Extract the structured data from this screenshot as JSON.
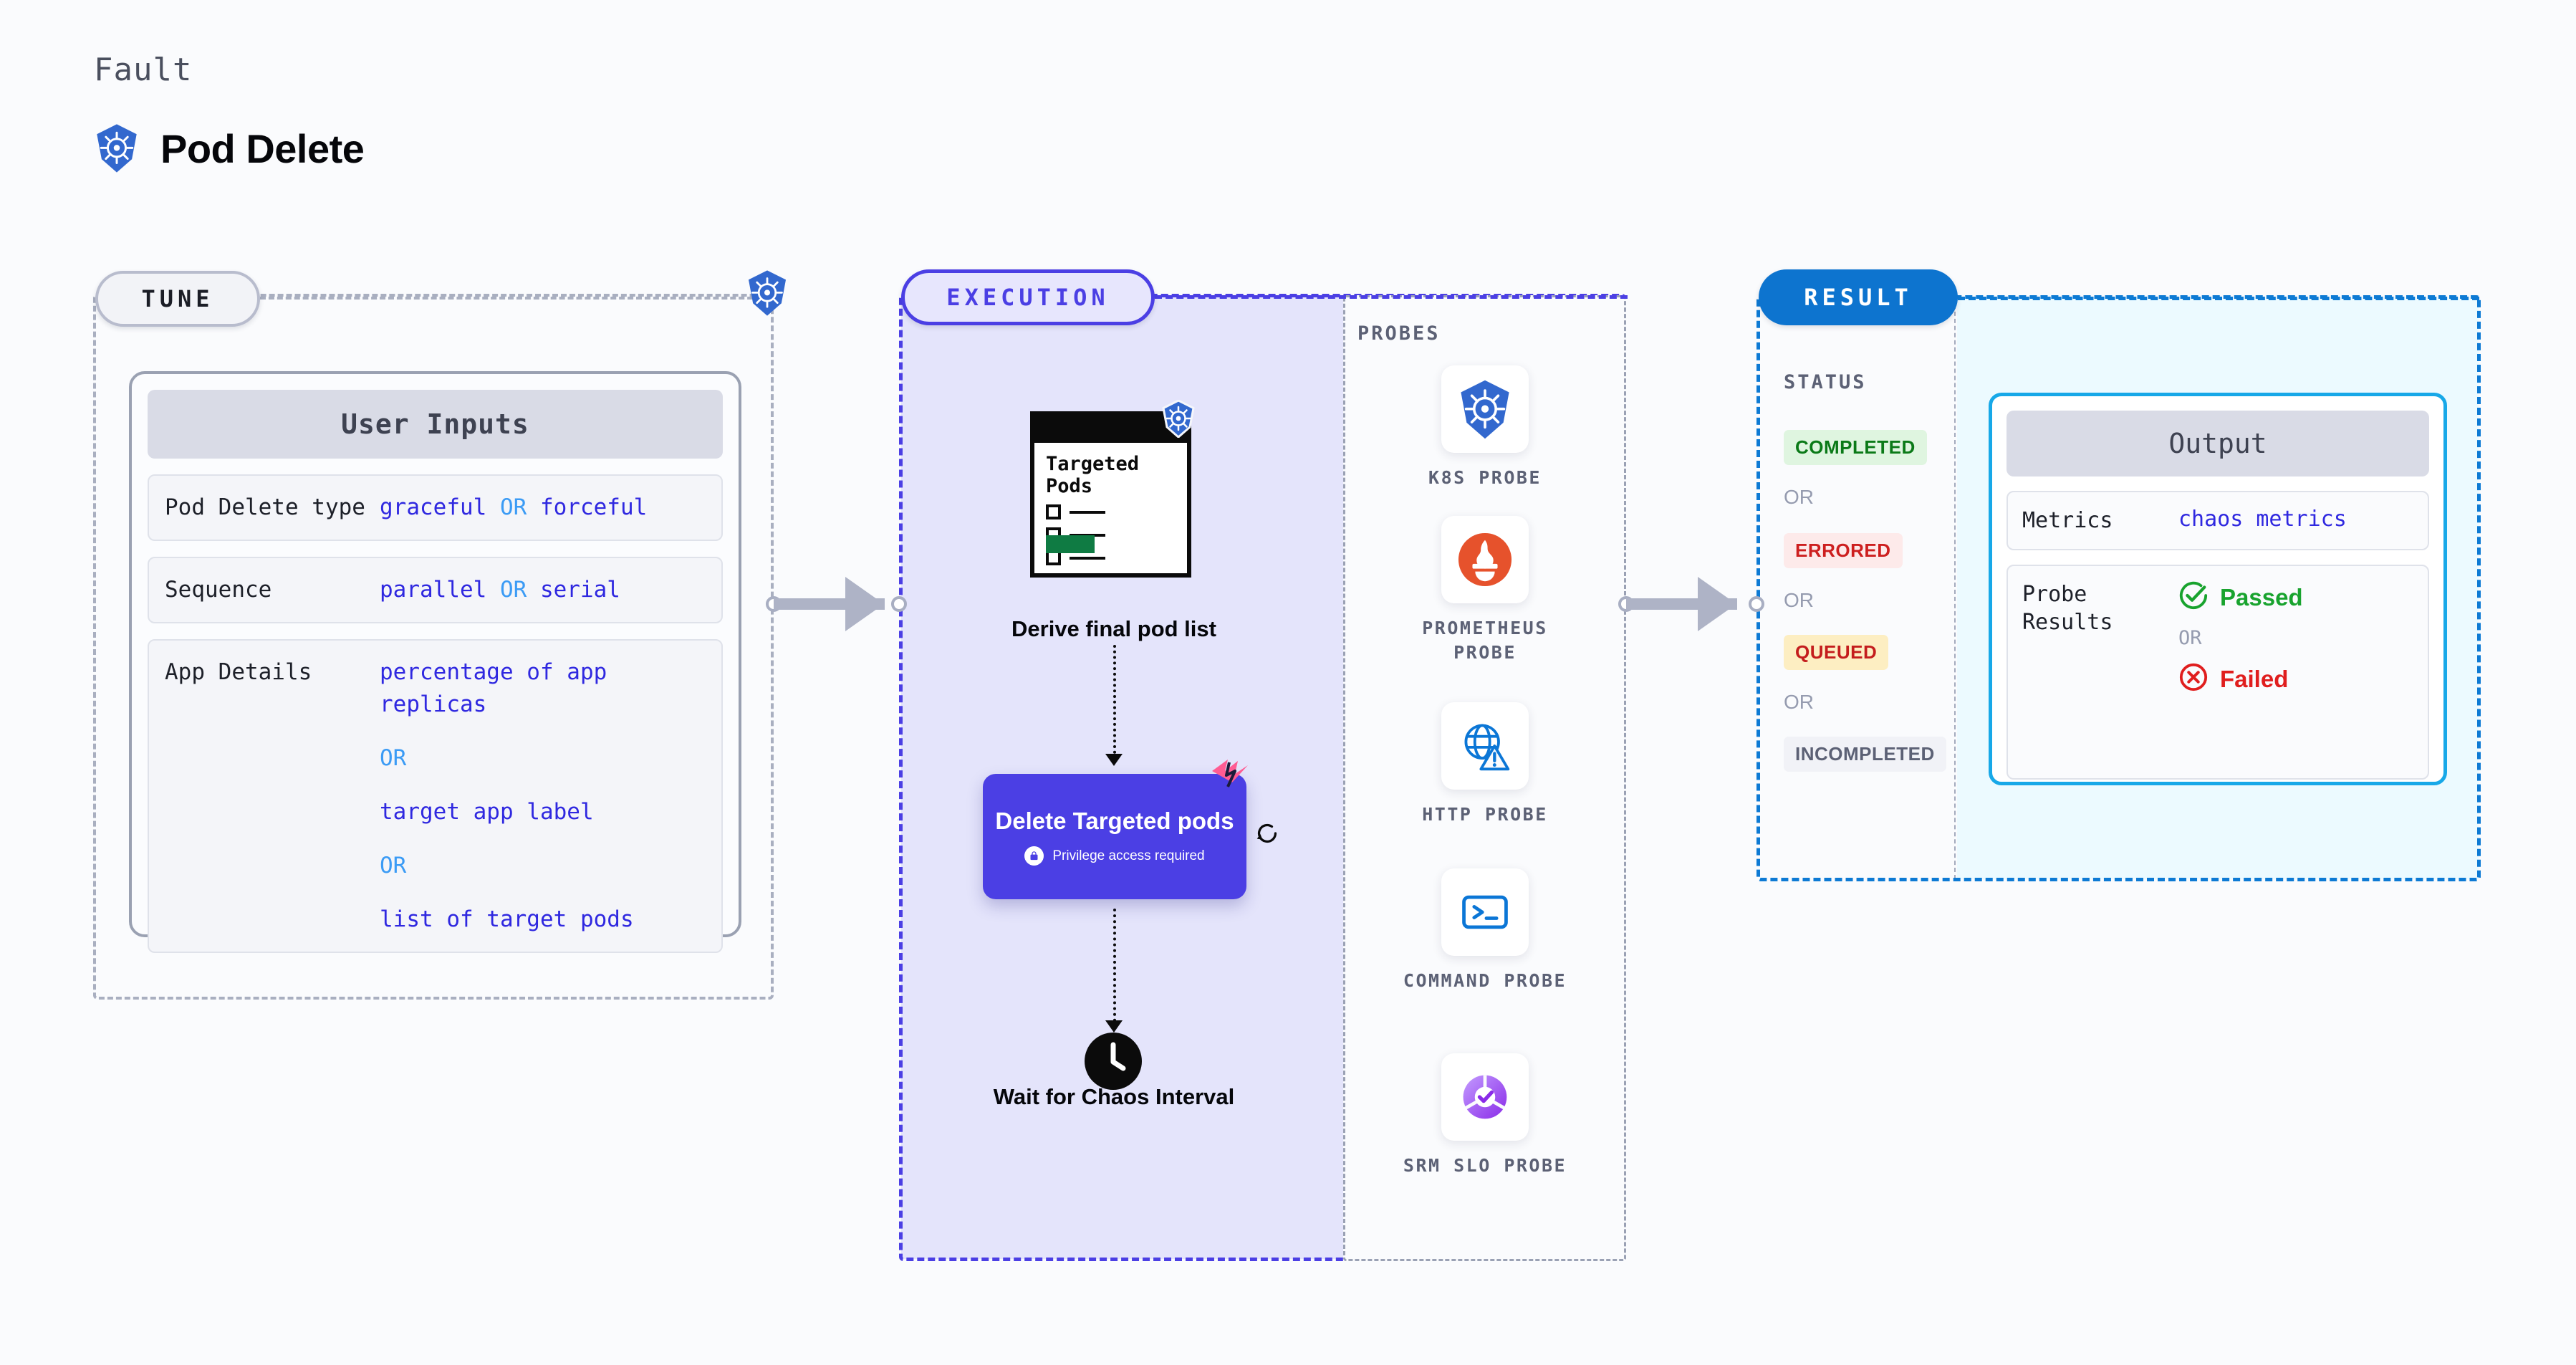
{
  "header": {
    "kicker": "Fault",
    "title": "Pod Delete",
    "icon": "kubernetes-icon"
  },
  "tune": {
    "pill_label": "TUNE",
    "badge_icon": "kubernetes-icon",
    "card": {
      "title": "User Inputs",
      "rows": [
        {
          "key": "Pod Delete type",
          "values": [
            "graceful",
            "forceful"
          ],
          "separator": "OR"
        },
        {
          "key": "Sequence",
          "values": [
            "parallel",
            "serial"
          ],
          "separator": "OR"
        },
        {
          "key": "App Details",
          "values": [
            "percentage of app replicas",
            "target app label",
            "list of target pods"
          ],
          "separator": "OR"
        }
      ]
    }
  },
  "execution": {
    "pill_label": "EXECUTION",
    "nodes": {
      "derive": {
        "card_title": "Targeted Pods",
        "badge_icon": "kubernetes-icon",
        "label": "Derive final pod list"
      },
      "delete": {
        "title": "Delete Targeted pods",
        "privilege_note": "Privilege access required",
        "lock_icon": "lock-icon",
        "flag_icon": "chaos-flag-icon",
        "retry_icon": "retry-loop-icon"
      },
      "wait": {
        "icon": "clock-icon",
        "label": "Wait for Chaos Interval"
      }
    },
    "probes": {
      "title": "PROBES",
      "items": [
        {
          "label": "K8S PROBE",
          "icon": "kubernetes-icon"
        },
        {
          "label": "PROMETHEUS PROBE",
          "icon": "prometheus-icon"
        },
        {
          "label": "HTTP PROBE",
          "icon": "globe-warning-icon"
        },
        {
          "label": "COMMAND PROBE",
          "icon": "terminal-icon"
        },
        {
          "label": "SRM SLO PROBE",
          "icon": "srm-slo-icon"
        }
      ]
    }
  },
  "result": {
    "pill_label": "RESULT",
    "status": {
      "title": "STATUS",
      "separator": "OR",
      "badges": [
        {
          "label": "COMPLETED",
          "bg": "#dff5e0",
          "fg": "#0b7a18"
        },
        {
          "label": "ERRORED",
          "bg": "#fdeaea",
          "fg": "#cd1f1f"
        },
        {
          "label": "QUEUED",
          "bg": "#fdeec2",
          "fg": "#c41d1d"
        },
        {
          "label": "INCOMPLETED",
          "bg": "#f1f2f7",
          "fg": "#5c6175"
        }
      ]
    },
    "output": {
      "title": "Output",
      "metrics_key": "Metrics",
      "metrics_value": "chaos metrics",
      "probe_results_key": "Probe Results",
      "passed_label": "Passed",
      "failed_label": "Failed",
      "separator": "OR",
      "passed_icon": "check-circle-icon",
      "failed_icon": "x-circle-icon"
    }
  },
  "colors": {
    "accent_purple": "#4b3fe4",
    "accent_blue": "#0d74cf",
    "accent_cyan": "#17a8e8",
    "k8s_blue": "#3268ce",
    "value_purple": "#2f28e0",
    "or_blue": "#3b9bf5",
    "pass_green": "#18a32e",
    "fail_red": "#e01e1e",
    "background": "#fafbfd",
    "exec_fill": "#e4e4fb",
    "result_fill": "#ecfaff"
  }
}
